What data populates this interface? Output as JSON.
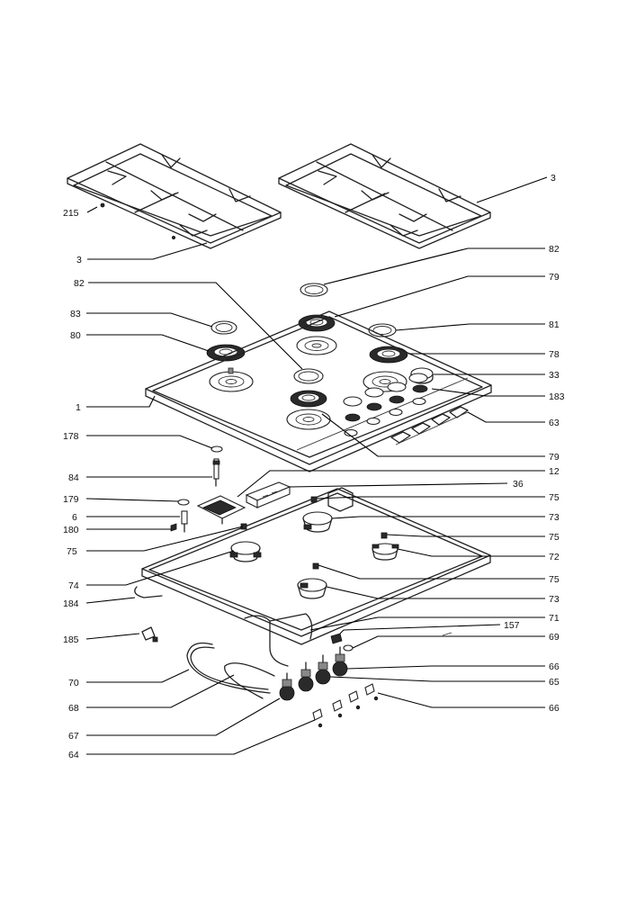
{
  "callouts": [
    {
      "id": "c-3-right",
      "text": "3"
    },
    {
      "id": "c-215",
      "text": "215"
    },
    {
      "id": "c-3-left",
      "text": "3"
    },
    {
      "id": "c-82-right",
      "text": "82"
    },
    {
      "id": "c-82-left",
      "text": "82"
    },
    {
      "id": "c-79-top",
      "text": "79"
    },
    {
      "id": "c-83",
      "text": "83"
    },
    {
      "id": "c-81",
      "text": "81"
    },
    {
      "id": "c-80",
      "text": "80"
    },
    {
      "id": "c-78",
      "text": "78"
    },
    {
      "id": "c-33",
      "text": "33"
    },
    {
      "id": "c-183",
      "text": "183"
    },
    {
      "id": "c-1",
      "text": "1"
    },
    {
      "id": "c-63",
      "text": "63"
    },
    {
      "id": "c-178",
      "text": "178"
    },
    {
      "id": "c-79-bottom",
      "text": "79"
    },
    {
      "id": "c-84",
      "text": "84"
    },
    {
      "id": "c-12",
      "text": "12"
    },
    {
      "id": "c-36",
      "text": "36"
    },
    {
      "id": "c-179",
      "text": "179"
    },
    {
      "id": "c-75-a",
      "text": "75"
    },
    {
      "id": "c-6",
      "text": "6"
    },
    {
      "id": "c-73-a",
      "text": "73"
    },
    {
      "id": "c-180",
      "text": "180"
    },
    {
      "id": "c-75-b",
      "text": "75"
    },
    {
      "id": "c-75-c",
      "text": "75"
    },
    {
      "id": "c-72",
      "text": "72"
    },
    {
      "id": "c-74",
      "text": "74"
    },
    {
      "id": "c-75-d",
      "text": "75"
    },
    {
      "id": "c-184",
      "text": "184"
    },
    {
      "id": "c-73-b",
      "text": "73"
    },
    {
      "id": "c-71",
      "text": "71"
    },
    {
      "id": "c-185",
      "text": "185"
    },
    {
      "id": "c-157",
      "text": "157"
    },
    {
      "id": "c-69",
      "text": "69"
    },
    {
      "id": "c-70",
      "text": "70"
    },
    {
      "id": "c-66-a",
      "text": "66"
    },
    {
      "id": "c-65",
      "text": "65"
    },
    {
      "id": "c-68",
      "text": "68"
    },
    {
      "id": "c-66-b",
      "text": "66"
    },
    {
      "id": "c-67",
      "text": "67"
    },
    {
      "id": "c-64",
      "text": "64"
    }
  ]
}
